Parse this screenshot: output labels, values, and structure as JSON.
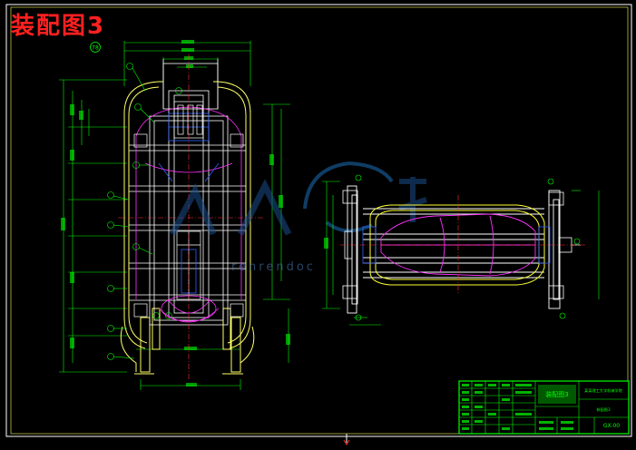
{
  "drawing": {
    "title": "装配图3",
    "sheet_number_badge": "78",
    "title_block": {
      "company": "某某理工大学机械学院",
      "drawing_name": "装配图3",
      "drawing_code": "GX-00"
    },
    "watermark": {
      "text": "renrendoc"
    },
    "colors": {
      "background": "#000000",
      "outline": "#ffffff",
      "frame": "#ffff00",
      "part_lines": "#ffff00",
      "dimension": "#00ff00",
      "hidden": "#ff00ff",
      "center": "#ff3030",
      "blue": "#3050ff",
      "title_block": "#00ff00",
      "title_red": "#ff2020"
    }
  }
}
